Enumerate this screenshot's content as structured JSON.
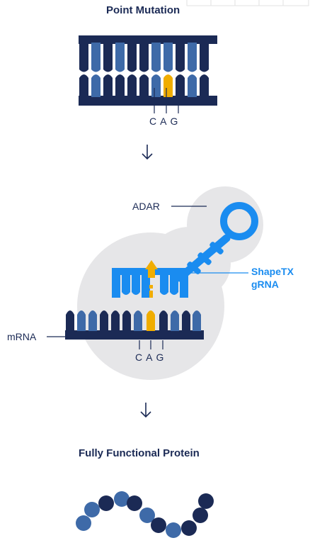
{
  "step1": {
    "title": "Point Mutation",
    "codon": "CAG"
  },
  "step2": {
    "adar_label": "ADAR",
    "gRNA_line1": "ShapeTX",
    "gRNA_line2": "gRNA",
    "mrna_label": "mRNA",
    "codon": "CAG"
  },
  "step3": {
    "title": "Fully Functional Protein"
  },
  "colors": {
    "navy": "#1b2a55",
    "mid_blue": "#3e6aa8",
    "bright_blue": "#1a8cf0",
    "gold": "#f0ad00",
    "bubble_gray": "#e6e6e8"
  },
  "icons": [
    "down-arrow-icon",
    "down-arrow-icon"
  ]
}
